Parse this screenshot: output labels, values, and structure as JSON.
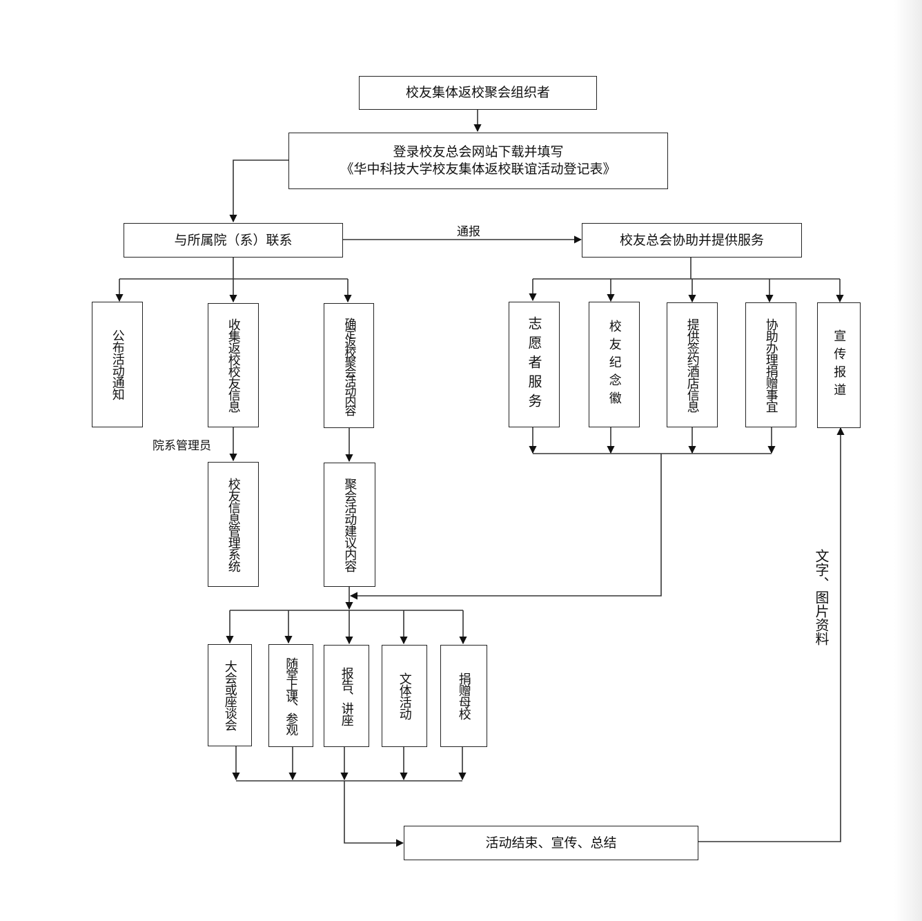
{
  "nodes": {
    "organizer": "校友集体返校聚会组织者",
    "register_line1": "登录校友总会网站下载并填写",
    "register_line2": "《华中科技大学校友集体返校联谊活动登记表》",
    "contact_dept": "与所属院（系）联系",
    "alumni_assoc": "校友总会协助并提供服务",
    "publish_notice": "公布活动通知",
    "collect_info": "收集返校校友信息",
    "confirm_content": "确定返校聚会活动内容",
    "info_system": "校友信息管理系统",
    "suggest_content": "聚会活动建议内容",
    "volunteer": "志愿者服务",
    "badge": "校友纪念徽",
    "hotel_info": "提供签约酒店信息",
    "donation_help": "协助办理捐赠事宜",
    "publicity": "宣传报道",
    "meeting": "大会或座谈会",
    "class_visit": "随堂上课、参观",
    "lecture": "报告、讲座",
    "sports": "文体活动",
    "donate": "捐赠母校",
    "finish": "活动结束、宣传、总结"
  },
  "edge_labels": {
    "notify": "通报",
    "dept_admin": "院系管理员",
    "materials": "文字、图片资料"
  },
  "colors": {
    "line": "#222222",
    "box_border": "#222222"
  }
}
